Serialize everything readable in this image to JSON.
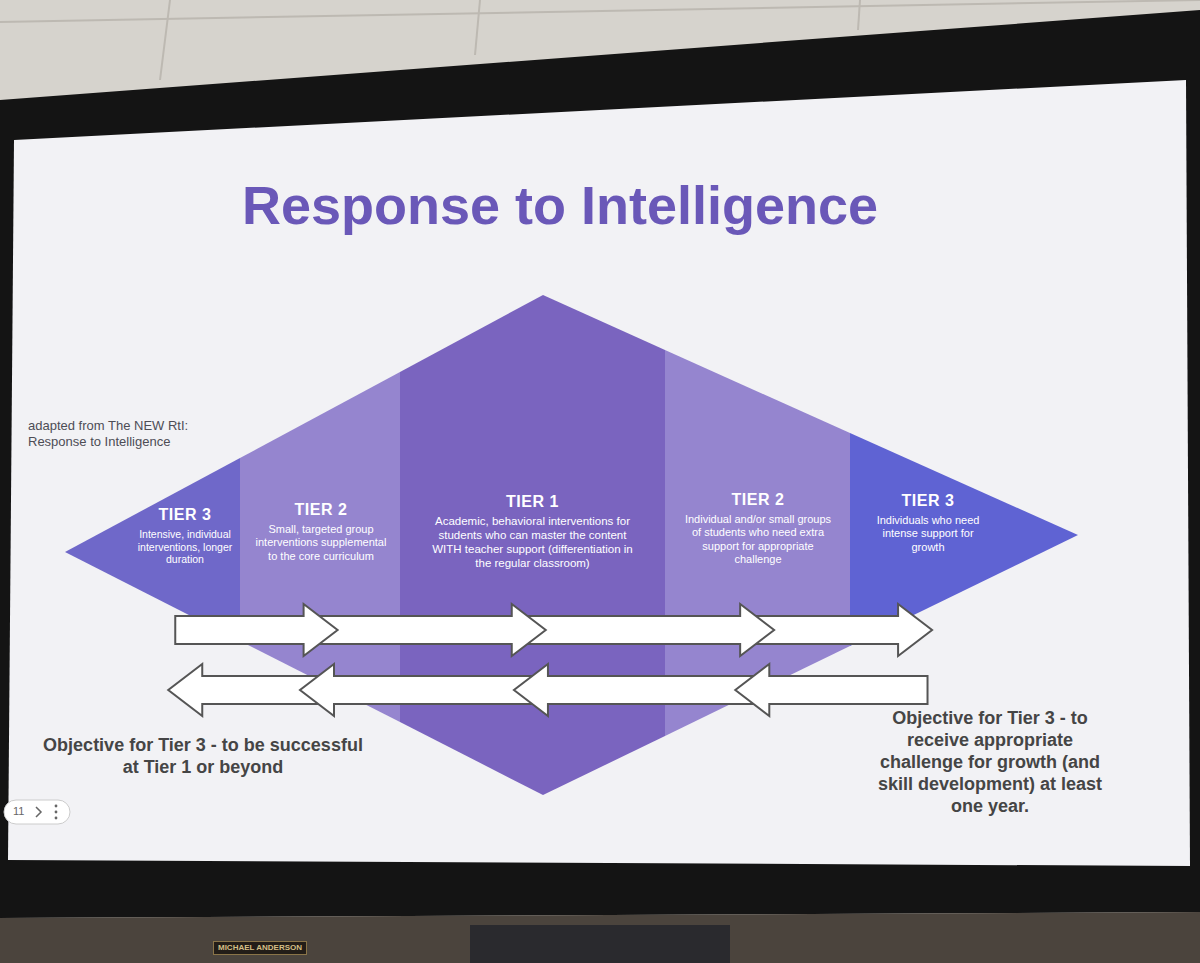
{
  "diagram": {
    "title": "Response to Intelligence",
    "nodes": [
      {
        "text": [
          "TIER 3",
          "Intensive, individual interventions, longer duration"
        ]
      },
      {
        "text": [
          "TIER 2",
          "Small, targeted group interventions supplemental to the core curriculum"
        ]
      },
      {
        "text": [
          "TIER 1",
          "Academic, behavioral interventions for students who can master the content WITH teacher support (differentiation in the regular classroom)"
        ]
      },
      {
        "text": [
          "TIER 2",
          "Individual and/or small groups of students who need extra support for appropriate challenge"
        ]
      },
      {
        "text": [
          "TIER 3",
          "Individuals who need intense support for growth"
        ]
      }
    ],
    "edges": [
      {
        "from": 0,
        "to": 1,
        "arrow": "to"
      },
      {
        "from": 1,
        "to": 2,
        "arrow": "to"
      },
      {
        "from": 2,
        "to": 3,
        "arrow": "to"
      },
      {
        "from": 3,
        "to": 4,
        "arrow": "to"
      },
      {
        "from": 4,
        "to": 3,
        "arrow": "to"
      },
      {
        "from": 3,
        "to": 2,
        "arrow": "to"
      },
      {
        "from": 2,
        "to": 1,
        "arrow": "to"
      },
      {
        "from": 1,
        "to": 0,
        "arrow": "to"
      }
    ],
    "labels": [
      "adapted from The NEW RtI: Response to Intelligence",
      "Objective for Tier 3 - to be successful at Tier 1 or beyond",
      "Objective for Tier 3 - to receive appropriate challenge for growth (and skill development) at least one year.",
      "11",
      "MICHAEL ANDERSON"
    ]
  }
}
